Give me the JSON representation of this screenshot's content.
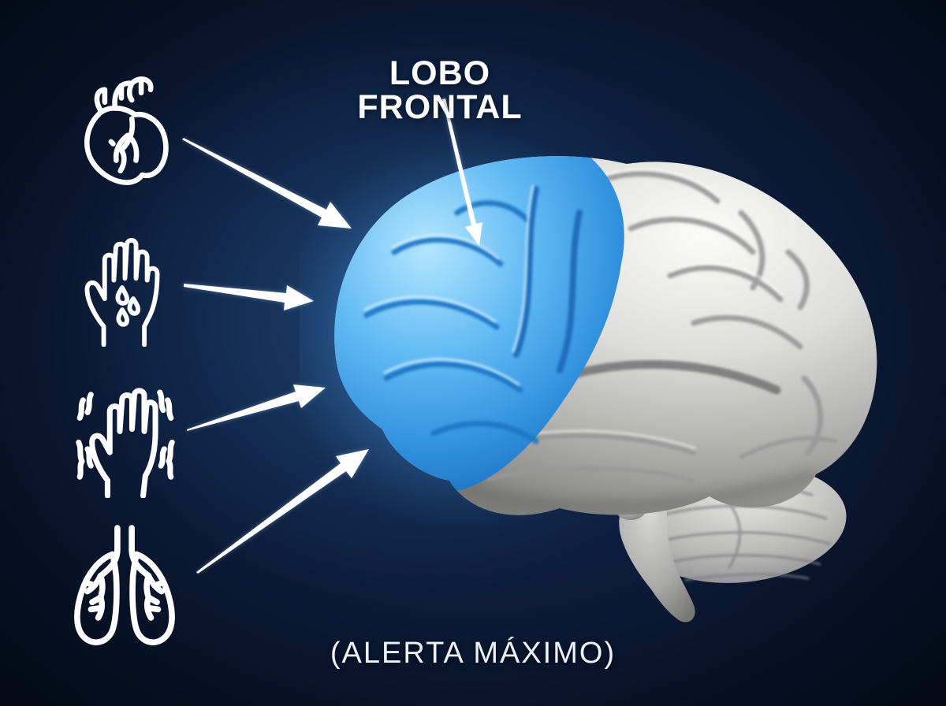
{
  "title": {
    "text": "LOBO FRONTAL"
  },
  "caption": {
    "text": "(ALERTA MÁXIMO)"
  },
  "brain": {
    "highlighted_region_label": "LOBO FRONTAL",
    "highlight_color": "#4FB2F3",
    "glow_color": "#6CC4FF",
    "base_color": "#C9C9C7"
  },
  "background": {
    "center_color": "#13294D",
    "edge_color": "#02050B"
  },
  "arrows": {
    "count": 5,
    "color": "#FFFFFF"
  },
  "icons": [
    {
      "name": "anatomical-heart-icon"
    },
    {
      "name": "sweating-hand-icon"
    },
    {
      "name": "trembling-hand-icon"
    },
    {
      "name": "lungs-icon"
    }
  ]
}
